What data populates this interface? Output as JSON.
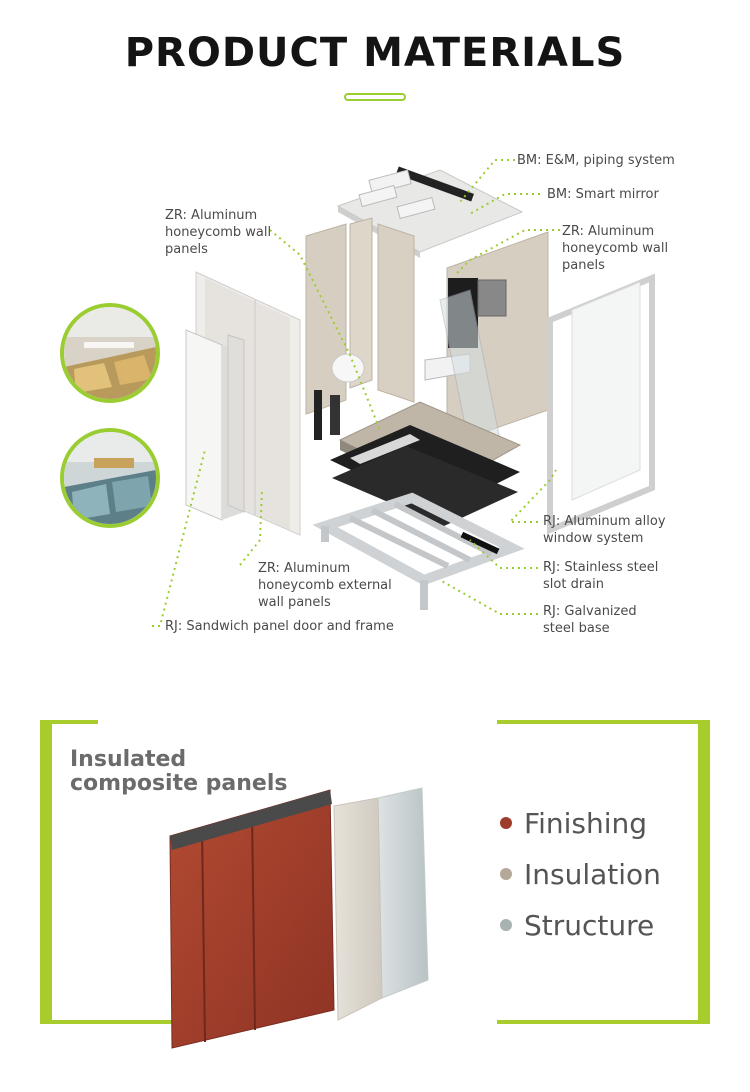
{
  "header": {
    "title": "PRODUCT MATERIALS"
  },
  "labels": {
    "bm_em": "BM: E&M, piping system",
    "bm_mirror": "BM: Smart mirror",
    "zr_left": "ZR: Aluminum\nhoneycomb wall\npanels",
    "zr_right": "ZR: Aluminum\nhoneycomb wall\npanels",
    "rj_window": "RJ:  Aluminum alloy\nwindow system",
    "rj_drain": "RJ:   Stainless steel\nslot drain",
    "rj_base": "RJ:   Galvanized\nsteel base",
    "zr_external": "ZR: Aluminum\nhoneycomb external\nwall panels",
    "rj_door": "RJ:  Sandwich panel door and frame"
  },
  "panels": {
    "title": "Insulated\ncomposite panels",
    "layers": [
      {
        "label": "Finishing",
        "color": "#9e3b2a"
      },
      {
        "label": "Insulation",
        "color": "#b5a898"
      },
      {
        "label": "Structure",
        "color": "#a8b2b0"
      }
    ]
  },
  "icons": [
    "factory-photo-1",
    "factory-photo-2"
  ]
}
